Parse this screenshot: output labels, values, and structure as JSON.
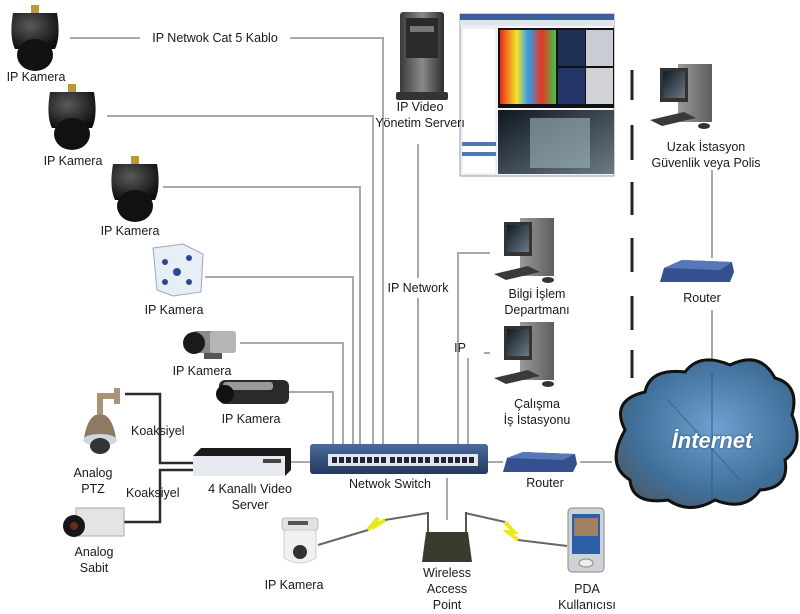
{
  "title": "IP Video Surveillance Network Diagram",
  "labels": {
    "cable_label": "IP Netwok Cat 5 Kablo",
    "ip_camera": "IP Kamera",
    "server_line1": "IP Video",
    "server_line2": "Yönetim Serverı",
    "remote_line1": "Uzak İstasyon",
    "remote_line2": "Güvenlik veya Polis",
    "router": "Router",
    "ip_network": "IP Network",
    "ip": "IP",
    "it_line1": "Bilgi İşlem",
    "it_line2": "Departmanı",
    "ws_line1": "Çalışma",
    "ws_line2": "İş İstasyonu",
    "internet": "İnternet",
    "coax": "Koaksiyel",
    "analog_ptz_line1": "Analog",
    "analog_ptz_line2": "PTZ",
    "analog_fixed_line1": "Analog",
    "analog_fixed_line2": "Sabit",
    "video_server_line1": "4 Kanallı Video",
    "video_server_line2": "Server",
    "switch": "Netwok Switch",
    "wap_line1": "Wireless",
    "wap_line2": "Access",
    "wap_line3": "Point",
    "pda_line1": "PDA",
    "pda_line2": "Kullanıcısı"
  },
  "nodes": [
    {
      "id": "ip-camera-1",
      "type": "ptz-dome-camera",
      "label": "IP Kamera"
    },
    {
      "id": "ip-camera-2",
      "type": "ptz-dome-camera",
      "label": "IP Kamera"
    },
    {
      "id": "ip-camera-3",
      "type": "ptz-dome-camera",
      "label": "IP Kamera"
    },
    {
      "id": "ip-camera-4",
      "type": "housing-camera",
      "label": "IP Kamera"
    },
    {
      "id": "ip-camera-5",
      "type": "box-camera",
      "label": "IP Kamera"
    },
    {
      "id": "ip-camera-6",
      "type": "box-camera",
      "label": "IP Kamera"
    },
    {
      "id": "ip-camera-7",
      "type": "wireless-ptz-camera",
      "label": "IP Kamera"
    },
    {
      "id": "video-mgmt-server",
      "type": "tower-server",
      "label": "IP Video Yönetim Serverı"
    },
    {
      "id": "monitoring-software",
      "type": "screenshot",
      "label": ""
    },
    {
      "id": "remote-station",
      "type": "desktop-pc",
      "label": "Uzak İstasyon Güvenlik veya Polis"
    },
    {
      "id": "router-remote",
      "type": "router",
      "label": "Router"
    },
    {
      "id": "it-dept-pc",
      "type": "desktop-pc",
      "label": "Bilgi İşlem Departmanı"
    },
    {
      "id": "workstation-pc",
      "type": "desktop-pc",
      "label": "Çalışma İş İstasyonu"
    },
    {
      "id": "internet",
      "type": "cloud",
      "label": "İnternet"
    },
    {
      "id": "router-local",
      "type": "router",
      "label": "Router"
    },
    {
      "id": "network-switch",
      "type": "switch",
      "label": "Netwok Switch"
    },
    {
      "id": "video-server",
      "type": "video-encoder",
      "label": "4 Kanallı Video Server"
    },
    {
      "id": "analog-ptz",
      "type": "analog-ptz-camera",
      "label": "Analog PTZ"
    },
    {
      "id": "analog-fixed",
      "type": "analog-box-camera",
      "label": "Analog Sabit"
    },
    {
      "id": "wireless-ap",
      "type": "access-point",
      "label": "Wireless Access Point"
    },
    {
      "id": "pda",
      "type": "pda",
      "label": "PDA Kullanıcısı"
    }
  ],
  "colors": {
    "wire": "#a9a9a9",
    "coax": "#2b2b2b",
    "dashed": "#222222",
    "wireless": "#e8e81a",
    "cloud": "#4d7ea8",
    "cloud_dark": "#2f5b82",
    "device_blue": "#2f4a7d",
    "camera_black": "#1d1d1d"
  }
}
